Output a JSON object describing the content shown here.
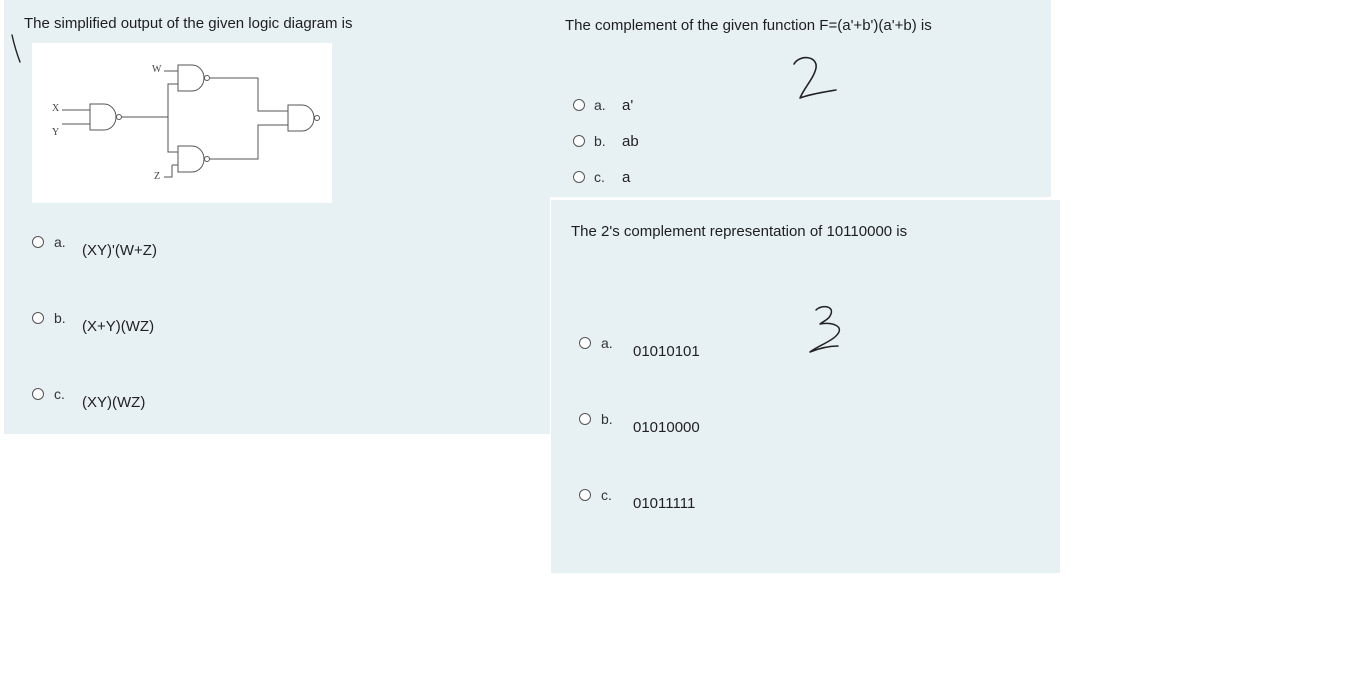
{
  "question1": {
    "text": "The simplified output of the   given logic diagram is",
    "diagram": {
      "inputs": [
        "W",
        "X",
        "Y",
        "Z"
      ]
    },
    "options": [
      {
        "letter": "a.",
        "text": "(XY)'(W+Z)"
      },
      {
        "letter": "b.",
        "text": "(X+Y)(WZ)"
      },
      {
        "letter": "c.",
        "text": "(XY)(WZ)"
      }
    ]
  },
  "question2": {
    "text": "The complement of the given function F=(a'+b')(a'+b) is",
    "options": [
      {
        "letter": "a.",
        "text": "a'"
      },
      {
        "letter": "b.",
        "text": "ab"
      },
      {
        "letter": "c.",
        "text": "a"
      }
    ]
  },
  "question3": {
    "text": "The 2's complement representation of 10110000 is",
    "options": [
      {
        "letter": "a.",
        "text": "01010101"
      },
      {
        "letter": "b.",
        "text": "01010000"
      },
      {
        "letter": "c.",
        "text": "01011111"
      }
    ]
  }
}
